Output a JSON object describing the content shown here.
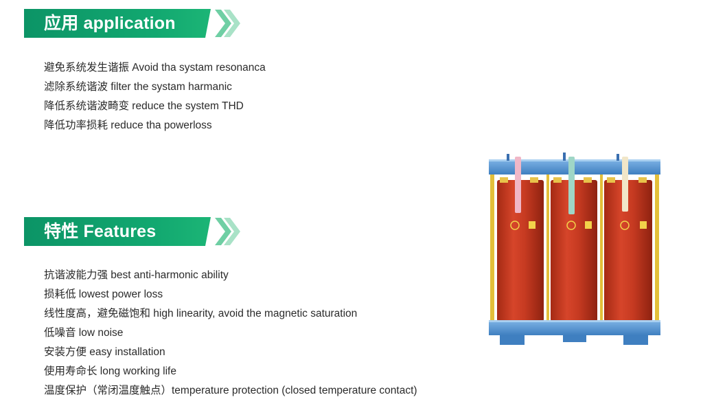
{
  "application": {
    "title": "应用 application",
    "items": [
      "避免系统发生谐振 Avoid tha systam resonanca",
      "滤除系统谐波 filter the systam harmanic",
      "降低系统谐波畸变 reduce the system THD",
      "降低功率损耗 reduce tha powerloss"
    ]
  },
  "features": {
    "title": "特性 Features",
    "items": [
      "抗谐波能力强 best anti-harmonic ability",
      "损耗低 lowest power loss",
      "线性度高，避免磁饱和 high linearity, avoid the magnetic saturation",
      "低噪音 low noise",
      "安装方便 easy installation",
      "使用寿命长 long working life",
      "温度保护（常闭温度触点）temperature protection (closed temperature contact)"
    ]
  },
  "colors": {
    "banner_green": "#0f9b6a",
    "chevron_light": "#9fdcc0",
    "coil_red": "#c8371f",
    "frame_blue": "#4f8fd0",
    "frame_yellow": "#e6c23a"
  },
  "icons": {
    "banner": "double-chevron-right-icon",
    "product": "three-phase-reactor"
  }
}
